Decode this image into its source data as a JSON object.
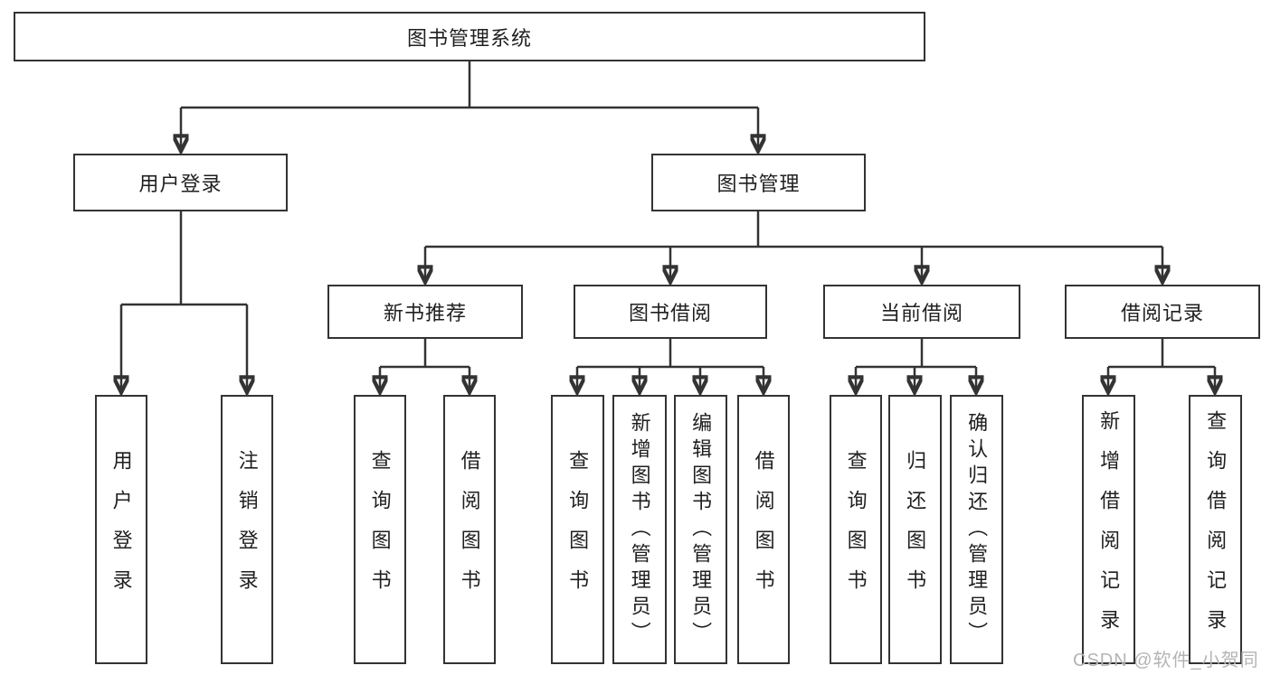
{
  "watermark": "CSDN @软件_小贺同学",
  "colors": {
    "line": "#333333",
    "text": "#1f1f1f",
    "watermark_text": "#b4b4b4",
    "background": "#ffffff"
  },
  "diagram": {
    "root": {
      "label": "图书管理系统"
    },
    "user_login": {
      "label": "用户登录",
      "children": [
        {
          "label": "用户登录"
        },
        {
          "label": "注销登录"
        }
      ]
    },
    "book_mgmt": {
      "label": "图书管理",
      "groups": [
        {
          "label": "新书推荐",
          "children": [
            {
              "label": "查询图书"
            },
            {
              "label": "借阅图书"
            }
          ]
        },
        {
          "label": "图书借阅",
          "children": [
            {
              "label": "查询图书"
            },
            {
              "label": "新增图书（管理员）"
            },
            {
              "label": "编辑图书（管理员）"
            },
            {
              "label": "借阅图书"
            }
          ]
        },
        {
          "label": "当前借阅",
          "children": [
            {
              "label": "查询图书"
            },
            {
              "label": "归还图书"
            },
            {
              "label": "确认归还（管理员）"
            }
          ]
        },
        {
          "label": "借阅记录",
          "children": [
            {
              "label": "新增借阅记录"
            },
            {
              "label": "查询借阅记录"
            }
          ]
        }
      ]
    }
  }
}
